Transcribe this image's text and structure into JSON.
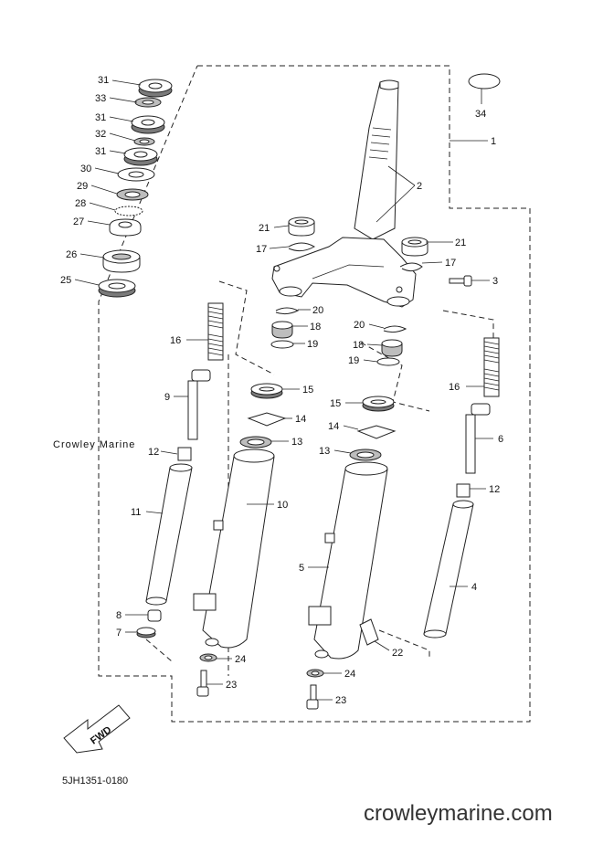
{
  "watermark": "Crowley Marine",
  "diagram_code": "5JH1351-0180",
  "site_url": "crowleymarine.com",
  "fwd_label": "FWD",
  "callouts": [
    {
      "id": "c31a",
      "label": "31"
    },
    {
      "id": "c33",
      "label": "33"
    },
    {
      "id": "c31b",
      "label": "31"
    },
    {
      "id": "c32",
      "label": "32"
    },
    {
      "id": "c31c",
      "label": "31"
    },
    {
      "id": "c30",
      "label": "30"
    },
    {
      "id": "c29",
      "label": "29"
    },
    {
      "id": "c28",
      "label": "28"
    },
    {
      "id": "c27",
      "label": "27"
    },
    {
      "id": "c26",
      "label": "26"
    },
    {
      "id": "c25",
      "label": "25"
    },
    {
      "id": "c34",
      "label": "34"
    },
    {
      "id": "c1",
      "label": "1"
    },
    {
      "id": "c2",
      "label": "2"
    },
    {
      "id": "c21a",
      "label": "21"
    },
    {
      "id": "c17a",
      "label": "17"
    },
    {
      "id": "c21b",
      "label": "21"
    },
    {
      "id": "c17b",
      "label": "17"
    },
    {
      "id": "c3",
      "label": "3"
    },
    {
      "id": "c20a",
      "label": "20"
    },
    {
      "id": "c18a",
      "label": "18"
    },
    {
      "id": "c19a",
      "label": "19"
    },
    {
      "id": "c20b",
      "label": "20"
    },
    {
      "id": "c18b",
      "label": "18"
    },
    {
      "id": "c19b",
      "label": "19"
    },
    {
      "id": "c16a",
      "label": "16"
    },
    {
      "id": "c16b",
      "label": "16"
    },
    {
      "id": "c9",
      "label": "9"
    },
    {
      "id": "c15a",
      "label": "15"
    },
    {
      "id": "c15b",
      "label": "15"
    },
    {
      "id": "c14a",
      "label": "14"
    },
    {
      "id": "c14b",
      "label": "14"
    },
    {
      "id": "c13a",
      "label": "13"
    },
    {
      "id": "c13b",
      "label": "13"
    },
    {
      "id": "c12a",
      "label": "12"
    },
    {
      "id": "c12b",
      "label": "12"
    },
    {
      "id": "c6",
      "label": "6"
    },
    {
      "id": "c10",
      "label": "10"
    },
    {
      "id": "c11",
      "label": "11"
    },
    {
      "id": "c5",
      "label": "5"
    },
    {
      "id": "c4",
      "label": "4"
    },
    {
      "id": "c8",
      "label": "8"
    },
    {
      "id": "c7",
      "label": "7"
    },
    {
      "id": "c22",
      "label": "22"
    },
    {
      "id": "c24a",
      "label": "24"
    },
    {
      "id": "c24b",
      "label": "24"
    },
    {
      "id": "c23a",
      "label": "23"
    },
    {
      "id": "c23b",
      "label": "23"
    }
  ]
}
